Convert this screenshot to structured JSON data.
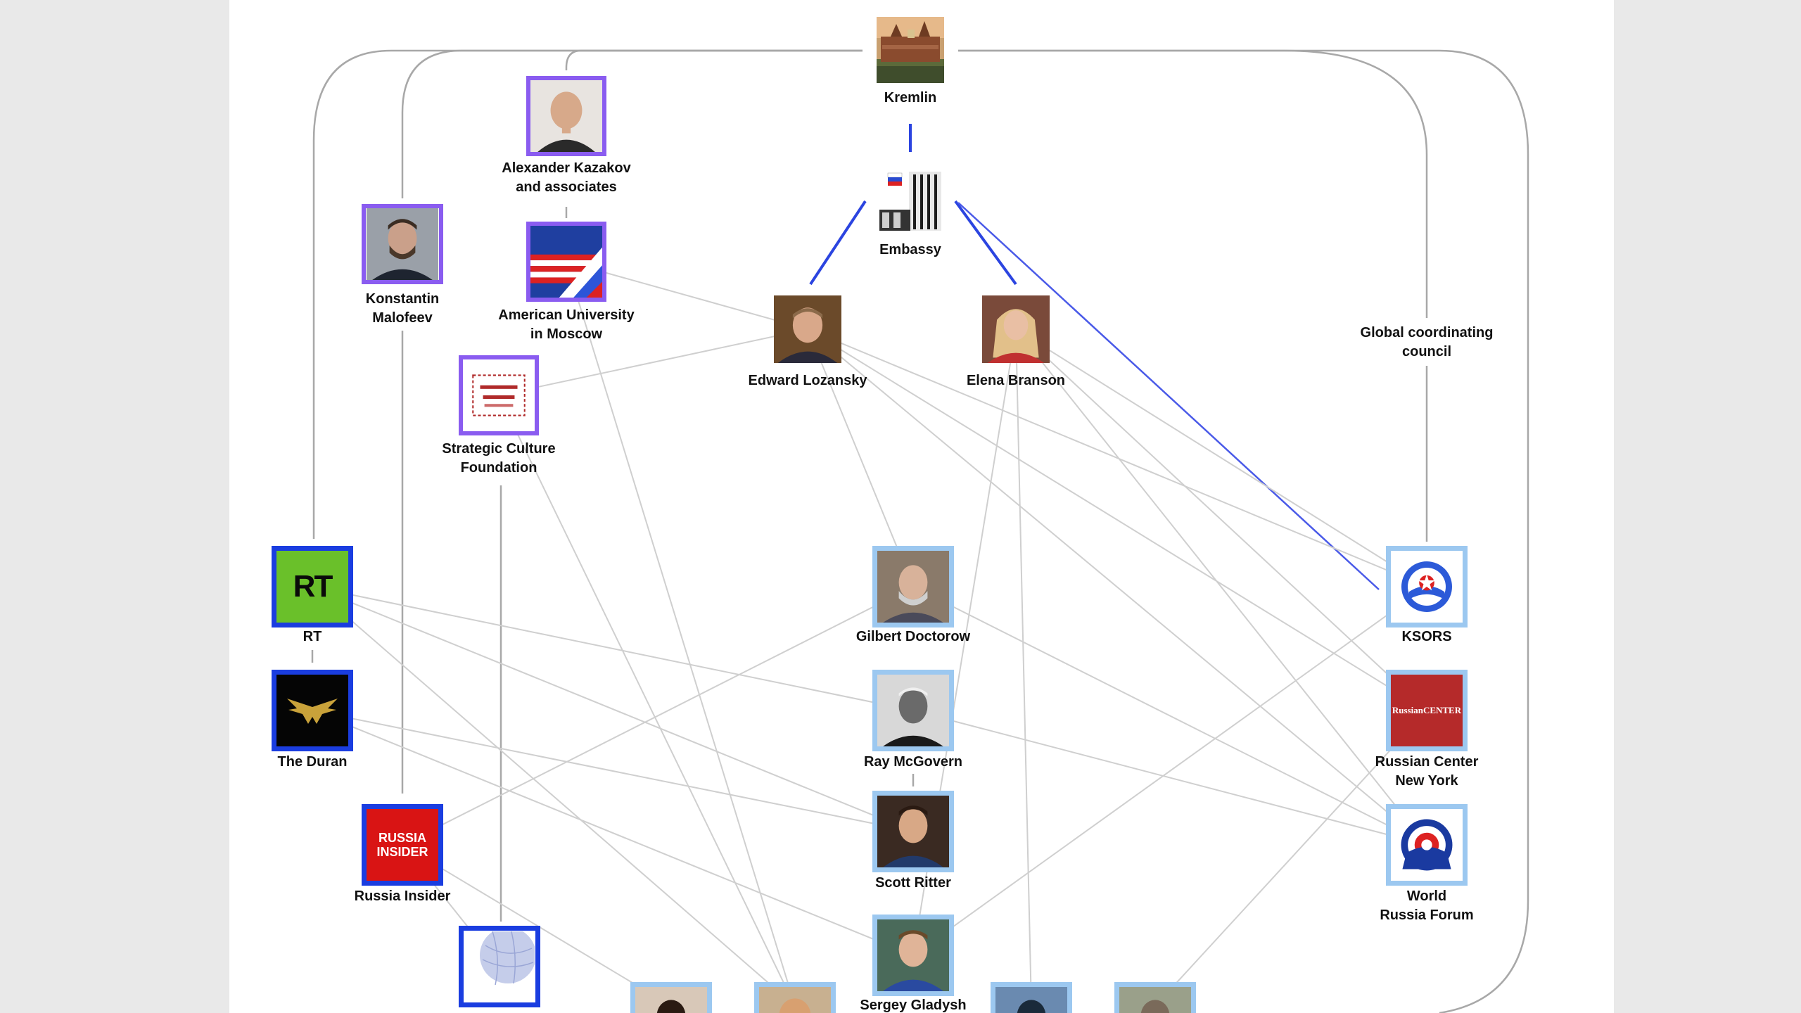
{
  "diagram": {
    "nodes": {
      "kremlin": {
        "label": "Kremlin",
        "image": "kremlin-building"
      },
      "embassy": {
        "label": "Embassy",
        "image": "embassy-flag-building"
      },
      "kazakov": {
        "label": "Alexander Kazakov\nand associates",
        "image": "portrait-photo"
      },
      "malofeev": {
        "label": "Konstantin\nMalofeev",
        "image": "portrait-photo"
      },
      "american_university": {
        "label": "American University\nin Moscow",
        "image": "us-russia-flag-logo"
      },
      "strategic_culture": {
        "label": "Strategic Culture\nFoundation",
        "image": "strategic-culture-logo"
      },
      "lozansky": {
        "label": "Edward Lozansky",
        "image": "portrait-photo"
      },
      "branson": {
        "label": "Elena Branson",
        "image": "portrait-photo"
      },
      "global_council": {
        "label": "Global coordinating\ncouncil"
      },
      "rt": {
        "label": "RT",
        "image": "rt-logo",
        "logo_text": "RT"
      },
      "duran": {
        "label": "The Duran",
        "image": "duran-eagle-logo"
      },
      "russia_insider": {
        "label": "Russia Insider",
        "image": "russia-insider-logo",
        "logo_text": "RUSSIA\nINSIDER"
      },
      "globe_outlet": {
        "label": "",
        "image": "globe-logo"
      },
      "doctorow": {
        "label": "Gilbert Doctorow",
        "image": "portrait-photo"
      },
      "mcgovern": {
        "label": "Ray McGovern",
        "image": "portrait-photo"
      },
      "ritter": {
        "label": "Scott Ritter",
        "image": "portrait-photo"
      },
      "gladysh": {
        "label": "Sergey Gladysh",
        "image": "portrait-photo"
      },
      "ksors": {
        "label": "KSORS",
        "image": "ksors-emblem-logo"
      },
      "russian_center": {
        "label": "Russian Center\nNew York",
        "image": "russian-center-logo",
        "logo_text": "RussianCENTER"
      },
      "world_forum": {
        "label": "World\nRussia Forum",
        "image": "world-russia-forum-logo"
      },
      "bottom_1": {
        "label": "",
        "image": "portrait-photo"
      },
      "bottom_2": {
        "label": "",
        "image": "portrait-photo"
      },
      "bottom_3": {
        "label": "",
        "image": "portrait-photo"
      },
      "bottom_4": {
        "label": "",
        "image": "portrait-photo"
      }
    },
    "colors": {
      "purple_border": "#8a5cf0",
      "blue_border": "#1a3de0",
      "lightblue_border": "#9cc8f0",
      "strong_edge": "#2b44e0",
      "faint_edge": "#cfcfcf",
      "outline_edge": "#a8a8a8"
    },
    "edges": [
      {
        "from": "kremlin",
        "to": "embassy",
        "style": "strong"
      },
      {
        "from": "embassy",
        "to": "lozansky",
        "style": "strong"
      },
      {
        "from": "embassy",
        "to": "branson",
        "style": "strong"
      },
      {
        "from": "embassy",
        "to": "ksors",
        "style": "strong-thin"
      },
      {
        "from": "kremlin",
        "to": "rt",
        "style": "outline"
      },
      {
        "from": "kremlin",
        "to": "malofeev",
        "style": "outline"
      },
      {
        "from": "kremlin",
        "to": "kazakov",
        "style": "outline"
      },
      {
        "from": "kremlin",
        "to": "global_council",
        "style": "outline"
      },
      {
        "from": "kremlin",
        "to": "bottom_right_offscreen",
        "style": "outline"
      },
      {
        "from": "kazakov",
        "to": "american_university",
        "style": "outline"
      },
      {
        "from": "malofeev",
        "to": "russia_insider",
        "style": "outline"
      },
      {
        "from": "rt",
        "to": "duran",
        "style": "outline"
      },
      {
        "from": "global_council",
        "to": "ksors",
        "style": "outline"
      },
      {
        "from": "mcgovern",
        "to": "ritter",
        "style": "outline"
      },
      {
        "from": "strategic_culture",
        "to": "globe_outlet",
        "style": "outline"
      },
      {
        "from": "american_university",
        "to": "lozansky",
        "style": "faint"
      },
      {
        "from": "strategic_culture",
        "to": "lozansky",
        "style": "faint"
      },
      {
        "from": "american_university",
        "to": "bottom_2",
        "style": "faint"
      },
      {
        "from": "strategic_culture",
        "to": "bottom_2",
        "style": "faint"
      },
      {
        "from": "lozansky",
        "to": "doctorow",
        "style": "faint"
      },
      {
        "from": "lozansky",
        "to": "ksors",
        "style": "faint"
      },
      {
        "from": "lozansky",
        "to": "russian_center",
        "style": "faint"
      },
      {
        "from": "lozansky",
        "to": "world_forum",
        "style": "faint"
      },
      {
        "from": "branson",
        "to": "ksors",
        "style": "faint"
      },
      {
        "from": "branson",
        "to": "russian_center",
        "style": "faint"
      },
      {
        "from": "branson",
        "to": "world_forum",
        "style": "faint"
      },
      {
        "from": "branson",
        "to": "gladysh",
        "style": "faint"
      },
      {
        "from": "branson",
        "to": "bottom_3",
        "style": "faint"
      },
      {
        "from": "rt",
        "to": "mcgovern",
        "style": "faint"
      },
      {
        "from": "rt",
        "to": "ritter",
        "style": "faint"
      },
      {
        "from": "rt",
        "to": "bottom_2",
        "style": "faint"
      },
      {
        "from": "duran",
        "to": "ritter",
        "style": "faint"
      },
      {
        "from": "duran",
        "to": "gladysh",
        "style": "faint"
      },
      {
        "from": "russia_insider",
        "to": "doctorow",
        "style": "faint"
      },
      {
        "from": "russia_insider",
        "to": "bottom_1",
        "style": "faint"
      },
      {
        "from": "russia_insider",
        "to": "globe_outlet",
        "style": "faint"
      },
      {
        "from": "doctorow",
        "to": "world_forum",
        "style": "faint"
      },
      {
        "from": "mcgovern",
        "to": "world_forum",
        "style": "faint"
      },
      {
        "from": "gladysh",
        "to": "ksors",
        "style": "faint"
      },
      {
        "from": "bottom_4",
        "to": "russian_center",
        "style": "faint"
      }
    ]
  }
}
